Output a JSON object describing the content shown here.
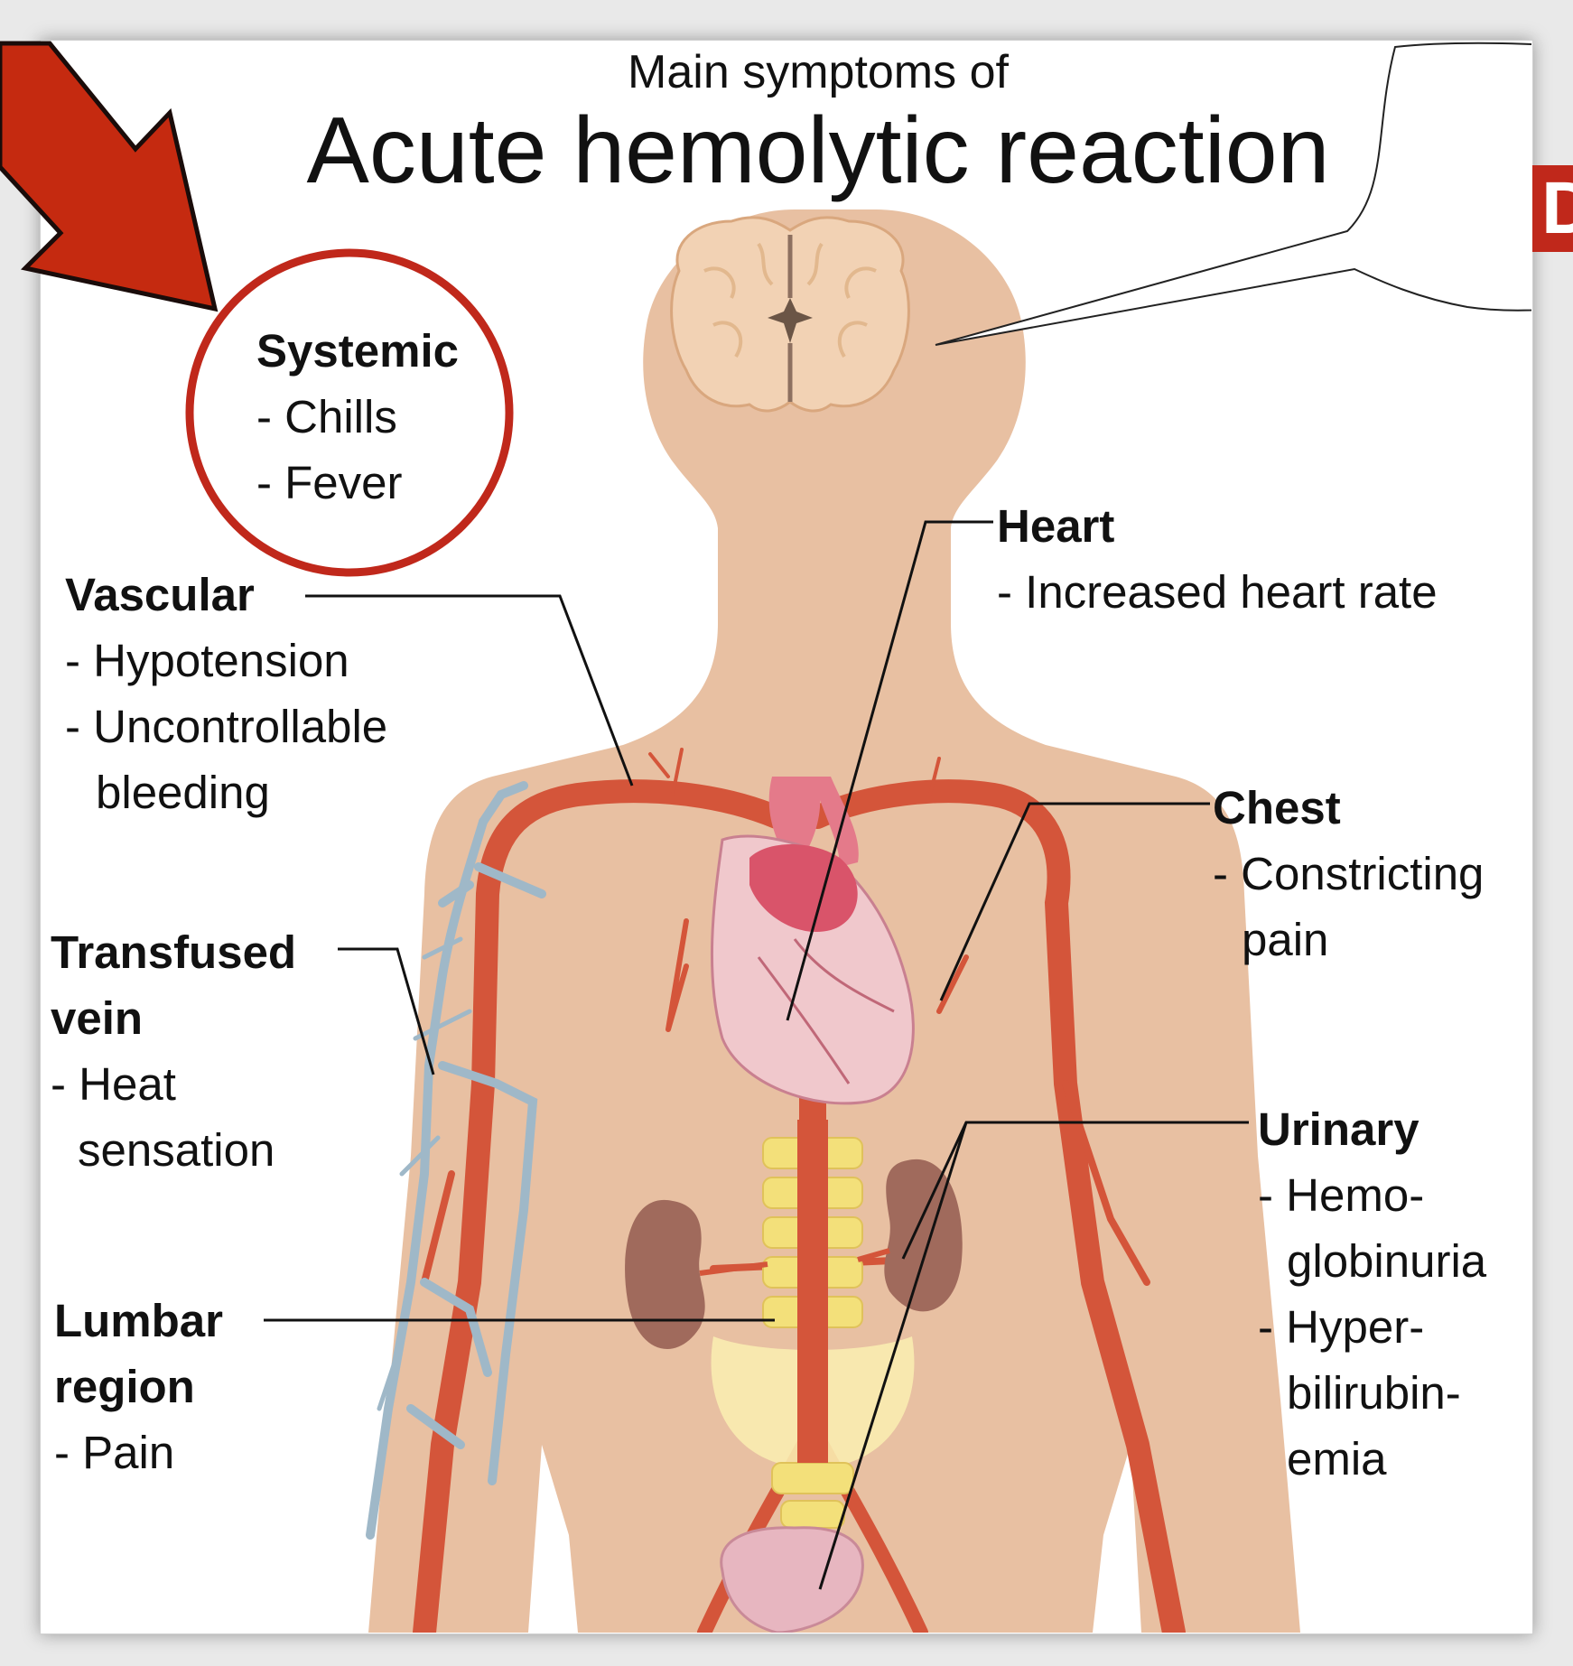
{
  "diagram": {
    "subtitle": "Main symptoms of",
    "title": "Acute hemolytic reaction",
    "callout_letter": "D",
    "groups": {
      "systemic": {
        "heading": "Systemic",
        "items": [
          "- Chills",
          "- Fever"
        ]
      },
      "vascular": {
        "heading": "Vascular",
        "items": [
          "- Hypotension",
          "- Uncontrollable",
          "  bleeding"
        ]
      },
      "transfused_vein": {
        "heading_1": "Transfused",
        "heading_2": "vein",
        "items": [
          "- Heat",
          "  sensation"
        ]
      },
      "lumbar": {
        "heading_1": "Lumbar",
        "heading_2": "region",
        "items": [
          "- Pain"
        ]
      },
      "heart": {
        "heading": "Heart",
        "items": [
          "- Increased heart rate"
        ]
      },
      "chest": {
        "heading": "Chest",
        "items": [
          "- Constricting",
          "  pain"
        ]
      },
      "urinary": {
        "heading": "Urinary",
        "items": [
          "- Hemo-",
          "  globinuria",
          "- Hyper-",
          "  bilirubin-",
          "  emia"
        ]
      }
    },
    "colors": {
      "skin": "#e8c0a2",
      "artery": "#d4553a",
      "vein": "#9fb8c8",
      "highlight_red": "#c0281b",
      "spine": "#f3e07a",
      "kidney": "#a06a5c",
      "heart": "#e8a0a8"
    }
  }
}
